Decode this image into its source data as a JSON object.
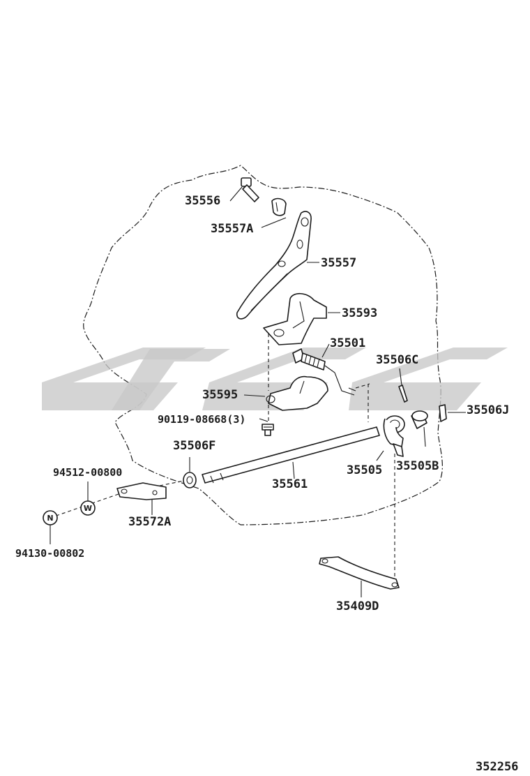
{
  "diagram_number": "352256",
  "labels": {
    "p35556": "35556",
    "p35557A": "35557A",
    "p35557": "35557",
    "p35593": "35593",
    "p35501": "35501",
    "p35506C": "35506C",
    "p35595": "35595",
    "p90119": "90119-08668(3)",
    "p35506J": "35506J",
    "p35506F": "35506F",
    "p35505": "35505",
    "p35505B": "35505B",
    "p35561": "35561",
    "p94512": "94512-00800",
    "p35572A": "35572A",
    "p94130": "94130-00802",
    "p35409D": "35409D"
  },
  "symbols": {
    "washer_letter": "W",
    "nut_letter": "N"
  }
}
